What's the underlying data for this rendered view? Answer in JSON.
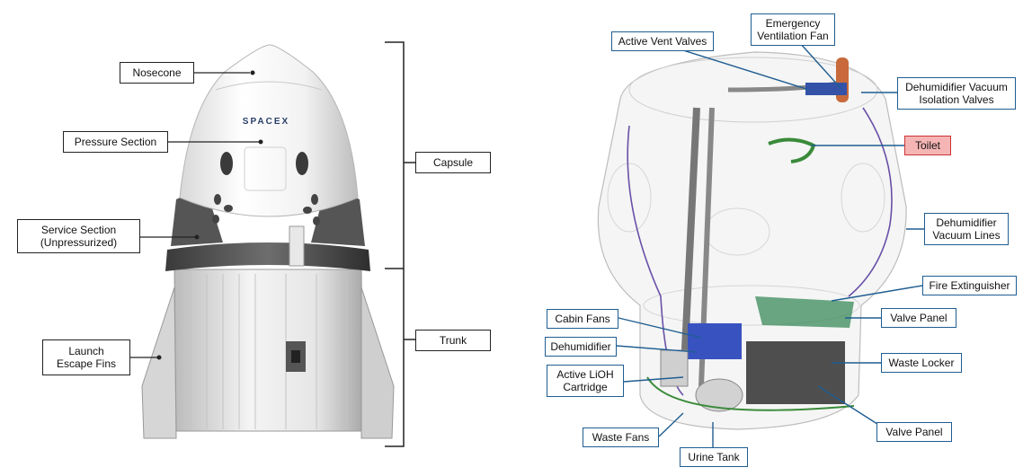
{
  "left": {
    "labels": {
      "nosecone": [
        "Nosecone"
      ],
      "pressure_section": [
        "Pressure Section"
      ],
      "service_section": [
        "Service Section",
        "(Unpressurized)"
      ],
      "launch_escape_fins": [
        "Launch",
        "Escape Fins"
      ],
      "capsule": [
        "Capsule"
      ],
      "trunk": [
        "Trunk"
      ]
    },
    "logo_text": "SPACEX"
  },
  "right": {
    "labels": {
      "active_vent_valves": [
        "Active Vent Valves"
      ],
      "emergency_ventilation_fan": [
        "Emergency",
        "Ventilation Fan"
      ],
      "dehumidifier_vacuum_isolation_valves": [
        "Dehumidifier Vacuum",
        "Isolation Valves"
      ],
      "toilet": [
        "Toilet"
      ],
      "dehumidifier_vacuum_lines": [
        "Dehumidifier",
        "Vacuum Lines"
      ],
      "fire_extinguisher": [
        "Fire Extinguisher"
      ],
      "cabin_fans": [
        "Cabin Fans"
      ],
      "valve_panel_upper": [
        "Valve Panel"
      ],
      "dehumidifier": [
        "Dehumidifier"
      ],
      "waste_locker": [
        "Waste Locker"
      ],
      "active_lioh_cartridge": [
        "Active LiOH",
        "Cartridge"
      ],
      "waste_fans": [
        "Waste Fans"
      ],
      "valve_panel_lower": [
        "Valve Panel"
      ],
      "urine_tank": [
        "Urine Tank"
      ]
    }
  },
  "colors": {
    "black_border": "#222222",
    "blue_border": "#1f5d92",
    "toilet_fill": "#f5b5b5",
    "toilet_border": "#cc3333"
  }
}
